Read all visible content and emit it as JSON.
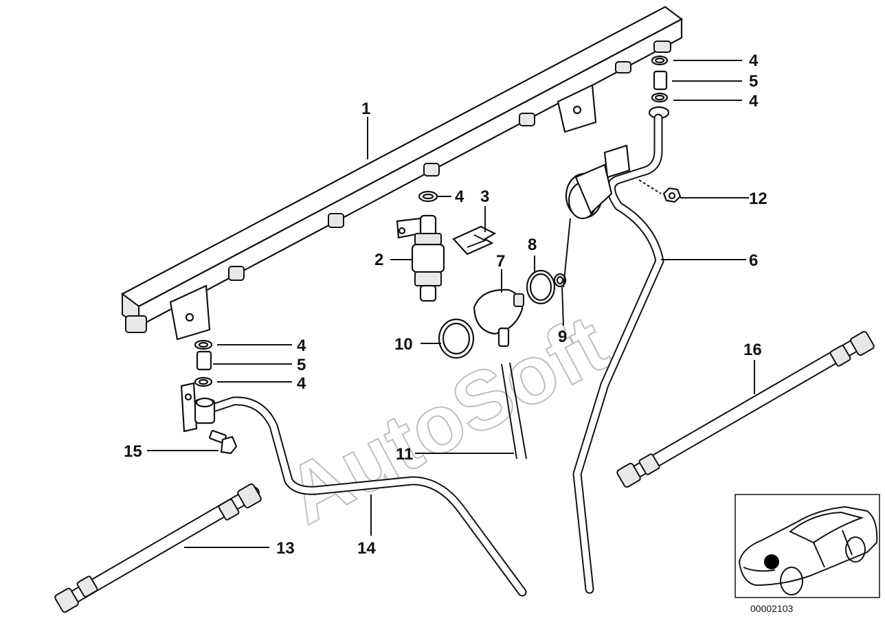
{
  "watermark": "AutoSoft",
  "diagram_code": "00002103",
  "callouts": {
    "c1": "1",
    "c2": "2",
    "c3": "3",
    "c4a": "4",
    "c4b": "4",
    "c4c": "4",
    "c4d": "4",
    "c4e": "4",
    "c5a": "5",
    "c5b": "5",
    "c6": "6",
    "c7": "7",
    "c8": "8",
    "c9": "9",
    "c10": "10",
    "c11": "11",
    "c12": "12",
    "c13": "13",
    "c14": "14",
    "c15": "15",
    "c16": "16"
  }
}
